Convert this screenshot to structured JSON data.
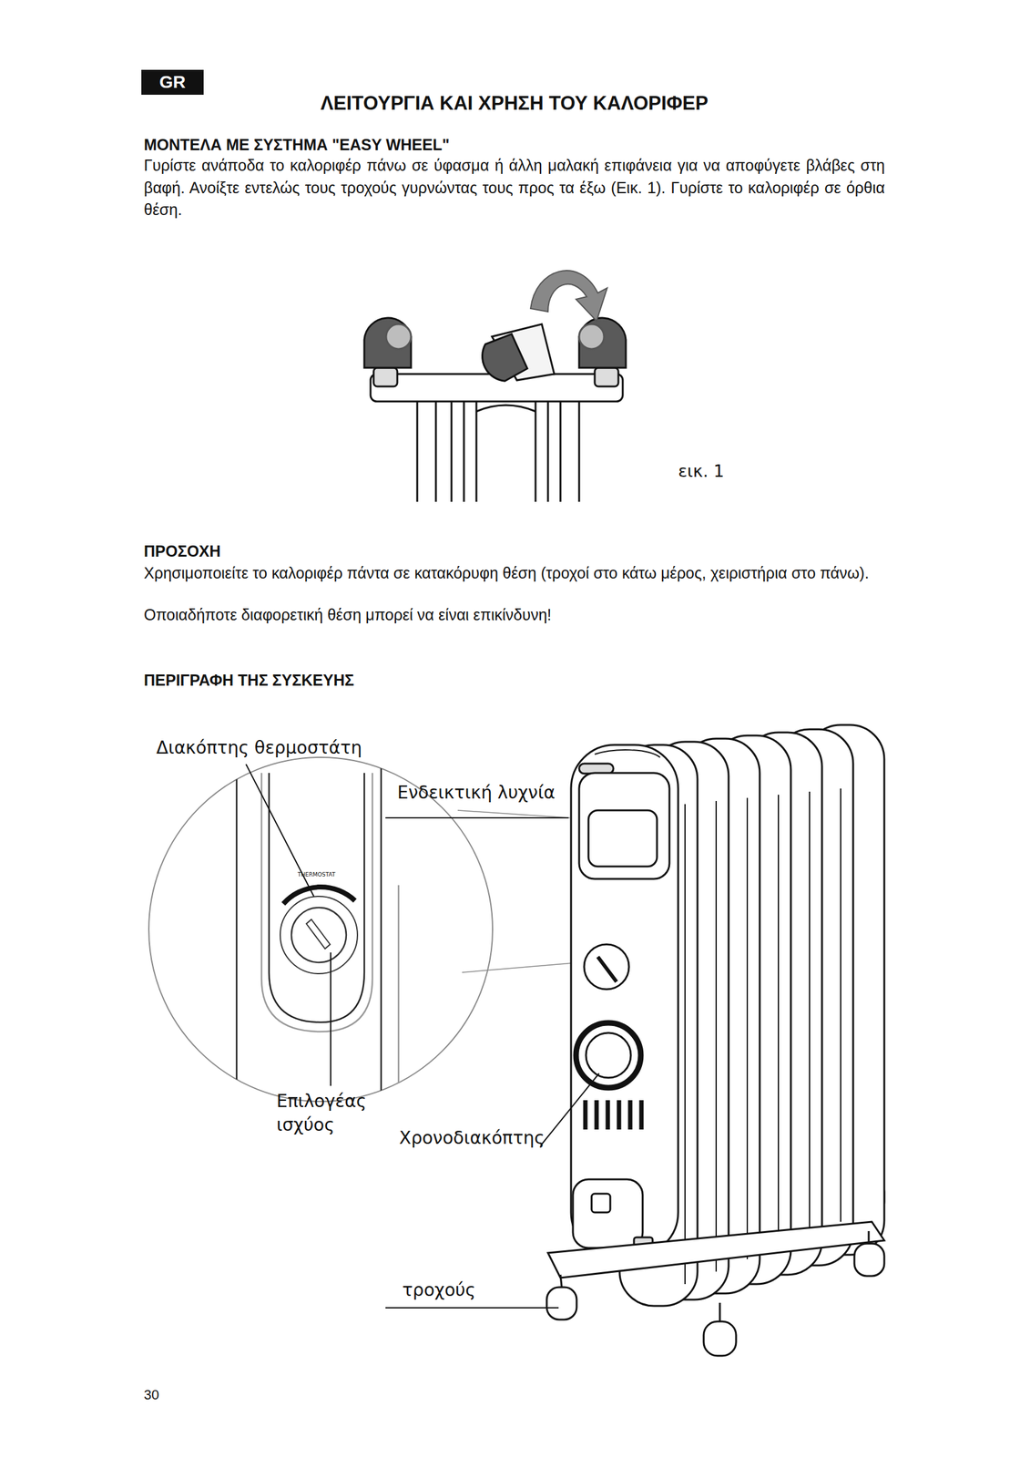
{
  "diagram": {
    "title": "ΛΕΙΤΟΥΡΓΙΑ ΚΑΙ ΧΡΗΣΗ ΤΟΥ ΚΑΛΟΡΙΦΕΡ",
    "nodes": [
      {
        "text": [
          "GR"
        ]
      }
    ],
    "labels": [
      "ΜΟΝΤΕΛΑ ΜΕ ΣΥΣΤΗΜΑ \"EASY WHEEL\"",
      "Γυρίστε ανάποδα το καλοριφέρ πάνω σε ύφασμα ή άλλη μαλακή επιφάνεια για να αποφύγετε βλάβες στη βαφή. Ανοίξτε εντελώς τους τροχούς γυρνώντας τους προς τα έξω (Εικ. 1). Γυρίστε το καλοριφέρ σε όρθια θέση.",
      "εικ. 1",
      "ΠΡΟΣΟΧΗ",
      "Χρησιμοποιείτε το καλοριφέρ πάντα σε κατακόρυφη θέση (τροχοί στο κάτω μέρος, χειριστήρια στο πάνω).",
      "Οποιαδήποτε διαφορετική θέση μπορεί να είναι επικίνδυνη!",
      "ΠΕΡΙΓΡΑΦΗ ΤΗΣ ΣΥΣΚΕΥΗΣ",
      "Διακόπτης θερμοστάτη",
      "Ενδεικτική λυχνία",
      "Επιλογέας ισχύος",
      "Χρονοδιακόπτης",
      "τροχούς",
      "30",
      "THERMOSTAT"
    ]
  }
}
